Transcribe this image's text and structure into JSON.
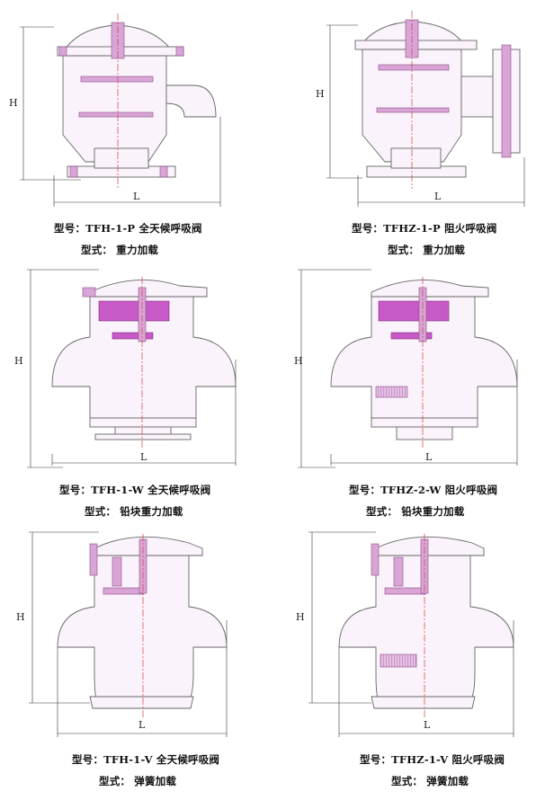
{
  "dimension_labels": {
    "height": "H",
    "length": "L"
  },
  "panels": [
    {
      "model_line": "型号：TFH-1-P 全天候呼吸阀",
      "type_line": "型式：   重力加载",
      "variant": "p-gravity",
      "flame": false
    },
    {
      "model_line": "型号：TFHZ-1-P 阻火呼吸阀",
      "type_line": "型式：   重力加载",
      "variant": "p-gravity",
      "flame": true
    },
    {
      "model_line": "型号：TFH-1-W 全天候呼吸阀",
      "type_line": "型式：   铅块重力加载",
      "variant": "w-lead",
      "flame": false
    },
    {
      "model_line": "型号：TFHZ-2-W 阻火呼吸阀",
      "type_line": "型式：   铅块重力加载",
      "variant": "w-lead",
      "flame": true
    },
    {
      "model_line": "型号：TFH-1-V 全天候呼吸阀",
      "type_line": "型式：   弹簧加载",
      "variant": "v-spring",
      "flame": false
    },
    {
      "model_line": "型号：TFHZ-1-V 阻火呼吸阀",
      "type_line": "型式：   弹簧加载",
      "variant": "v-spring",
      "flame": true
    }
  ],
  "colors": {
    "part_fill": "#d9a5d6",
    "weight_fill": "#c85ac8",
    "centerline": "#d43c3c",
    "outline": "#666666"
  }
}
